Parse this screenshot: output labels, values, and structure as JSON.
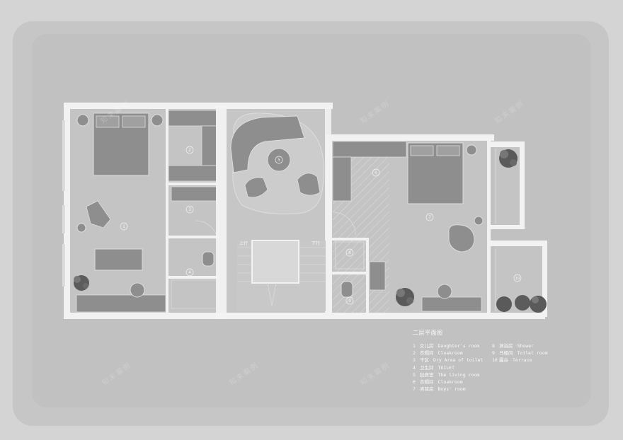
{
  "plan": {
    "title": "二层平面图",
    "stair_up_label": "上行",
    "stair_down_label": "下行"
  },
  "legend": {
    "left": [
      {
        "num": "1",
        "cn": "女儿房",
        "en": "Daughter's room"
      },
      {
        "num": "2",
        "cn": "衣帽间",
        "en": "Cloakroom"
      },
      {
        "num": "3",
        "cn": "干区",
        "en": "Dry Area of toilet"
      },
      {
        "num": "4",
        "cn": "卫生间",
        "en": "TOILET"
      },
      {
        "num": "5",
        "cn": "起居室",
        "en": "The living room"
      },
      {
        "num": "6",
        "cn": "衣帽间",
        "en": "Cloakroom"
      },
      {
        "num": "7",
        "cn": "男孩房",
        "en": "Boys' room"
      }
    ],
    "right": [
      {
        "num": "8",
        "cn": "淋浴房",
        "en": "Shower"
      },
      {
        "num": "9",
        "cn": "马桶间",
        "en": "Toilet room"
      },
      {
        "num": "10",
        "cn": "露台",
        "en": "Terrace"
      }
    ]
  },
  "room_tags": [
    "1",
    "2",
    "3",
    "4",
    "5",
    "6",
    "7",
    "8",
    "9",
    "10"
  ],
  "watermark": "知末案例",
  "colors": {
    "background": "#d4d4d4",
    "panel": "#c4c4c4",
    "wall": "#f2f2f2",
    "furniture": "#8e8e8e",
    "plant": "#5a5a5a"
  }
}
